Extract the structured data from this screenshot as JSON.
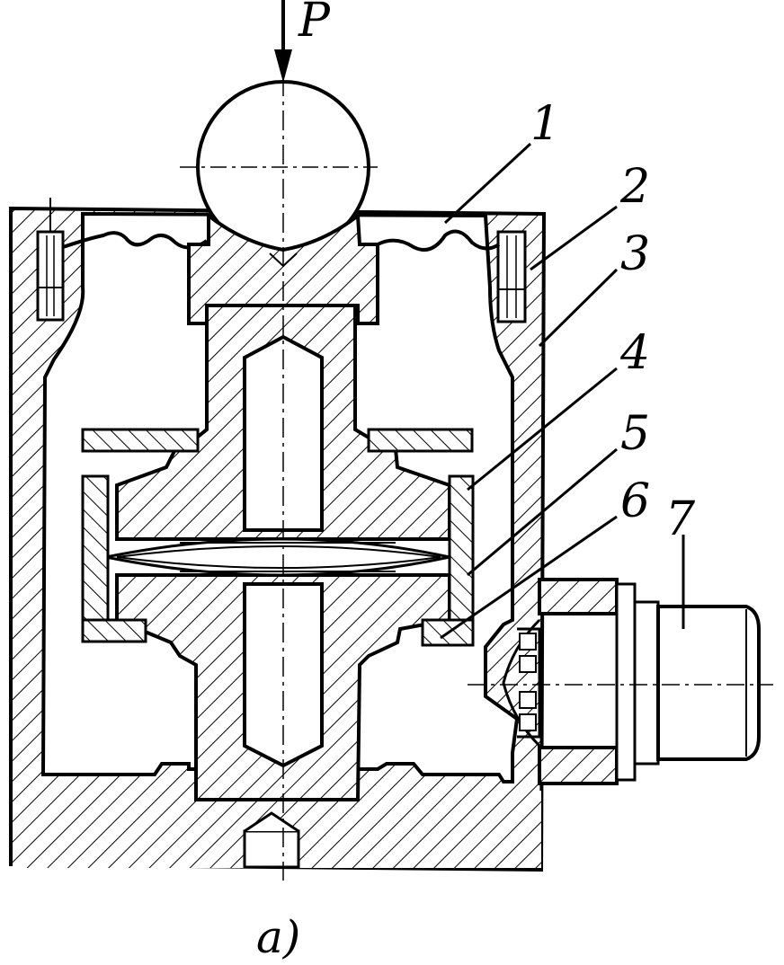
{
  "figure": {
    "force_label": "P",
    "caption": "a)",
    "parts": [
      "1",
      "2",
      "3",
      "4",
      "5",
      "6",
      "7"
    ]
  }
}
